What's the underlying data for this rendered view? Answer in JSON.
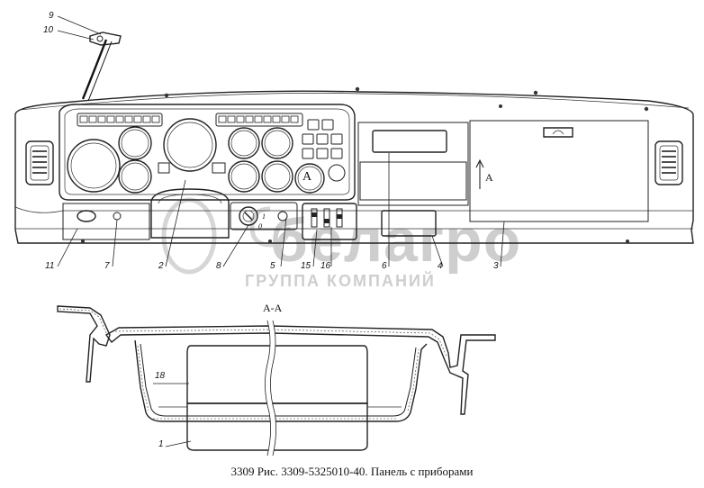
{
  "caption": "3309 Рис. 3309-5325010-40. Панель с приборами",
  "section_label": "А-А",
  "view_marker": "А",
  "gauge_marker": "А",
  "switch_labels": [
    "1",
    "0"
  ],
  "callouts": {
    "c1": "1",
    "c2": "2",
    "c3": "3",
    "c4": "4",
    "c5": "5",
    "c6": "6",
    "c7": "7",
    "c8": "8",
    "c9": "9",
    "c10": "10",
    "c11": "11",
    "c15": "15",
    "c16": "16",
    "c18": "18"
  },
  "watermark": {
    "brand": "белагро",
    "tagline": "ГРУППА КОМПАНИЙ"
  }
}
